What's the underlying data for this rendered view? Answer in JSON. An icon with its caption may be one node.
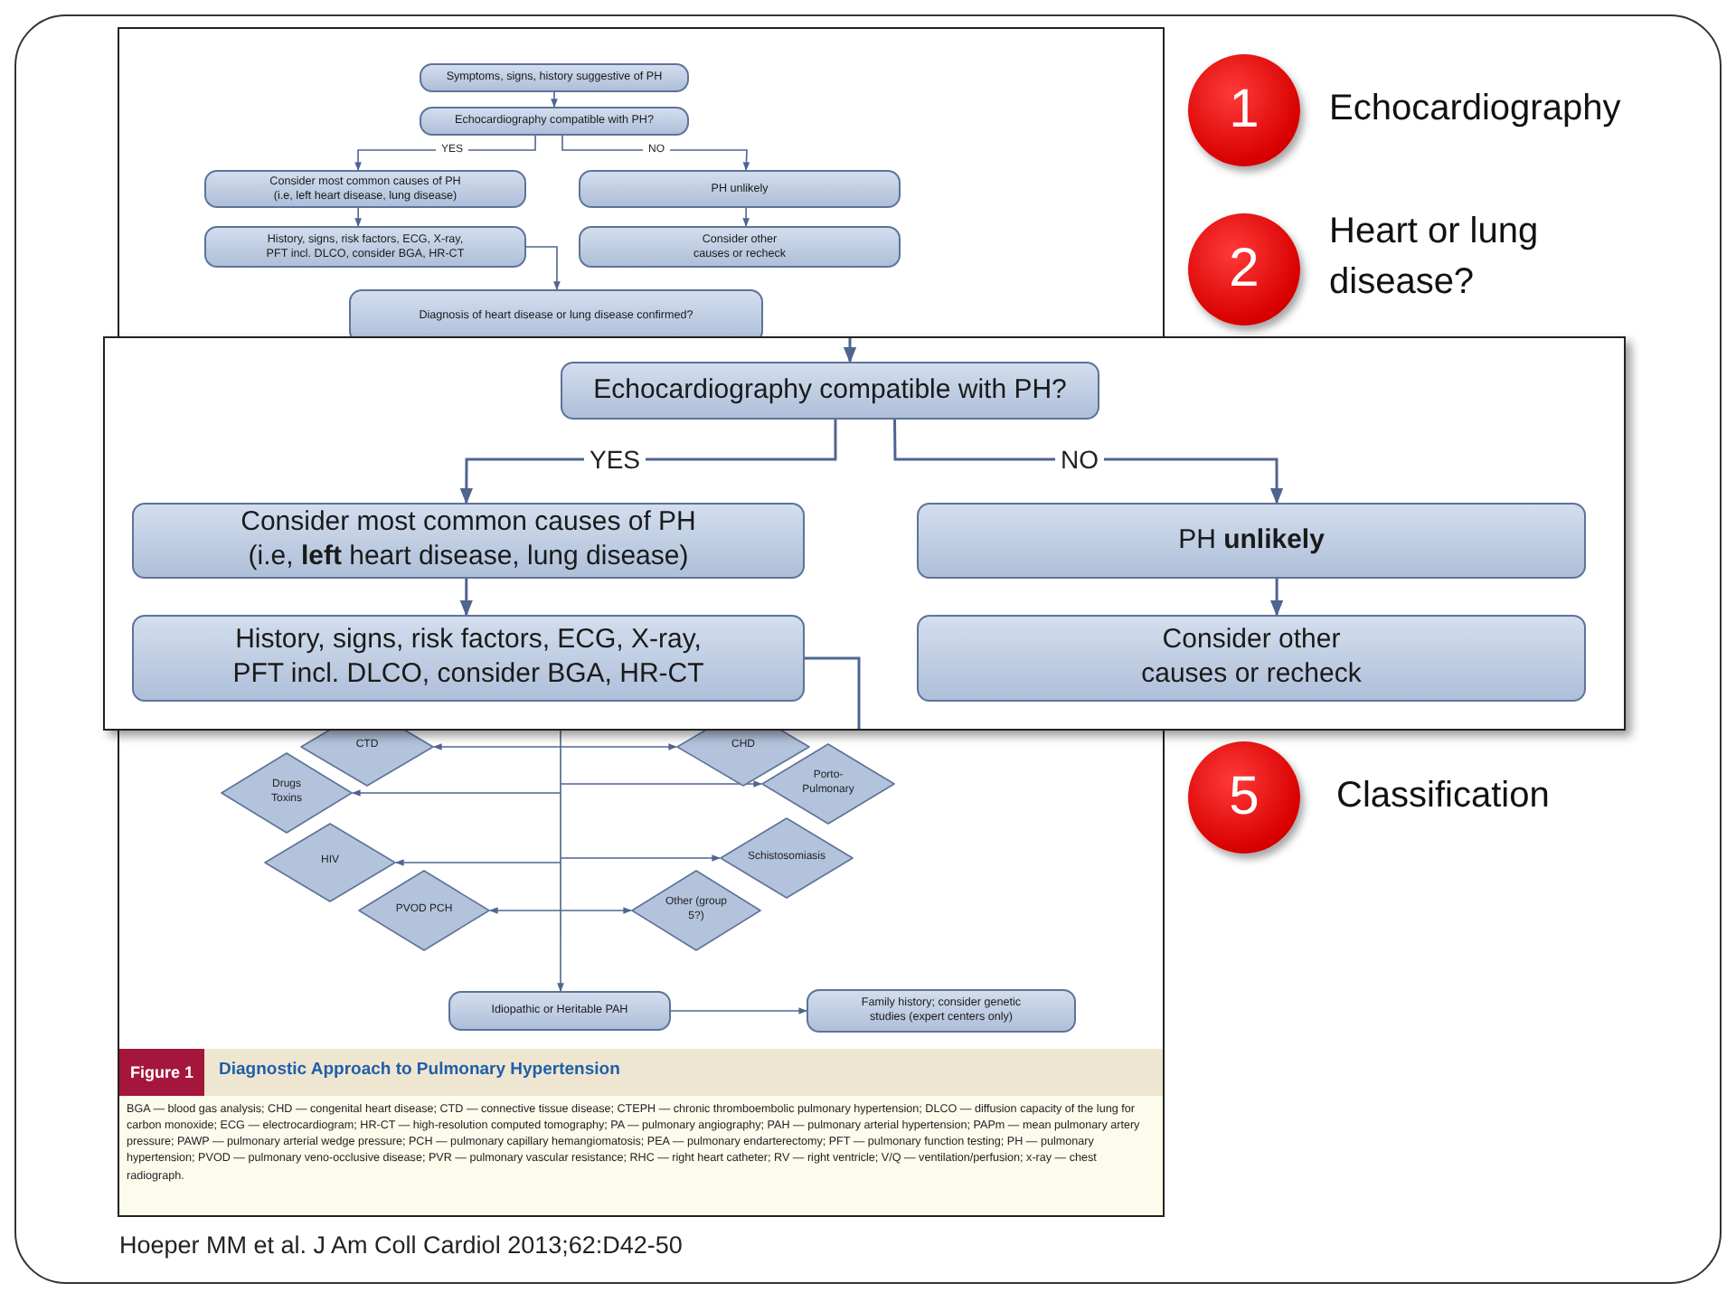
{
  "diagram": {
    "nodes": [
      {
        "text": [
          "Symptoms, signs, history suggestive of PH"
        ]
      },
      {
        "text": [
          "Echocardiography compatible with PH?"
        ]
      },
      {
        "text": [
          "Consider most common causes of PH (i.e, left heart disease, lung disease)"
        ]
      },
      {
        "text": [
          "PH unlikely"
        ]
      },
      {
        "text": [
          "History, signs, risk factors, ECG, X-ray, PFT incl. DLCO, consider BGA, HR-CT"
        ]
      },
      {
        "text": [
          "Consider other causes or recheck"
        ]
      },
      {
        "text": [
          "Diagnosis of heart disease or lung disease confirmed?"
        ]
      },
      {
        "text": [
          "CTD"
        ]
      },
      {
        "text": [
          "CHD"
        ]
      },
      {
        "text": [
          "Drugs Toxins"
        ]
      },
      {
        "text": [
          "Porto-Pulmonary"
        ]
      },
      {
        "text": [
          "HIV"
        ]
      },
      {
        "text": [
          "Schistosomiasis"
        ]
      },
      {
        "text": [
          "PVOD PCH"
        ]
      },
      {
        "text": [
          "Other (group 5?)"
        ]
      },
      {
        "text": [
          "Idiopathic or Heritable PAH"
        ]
      },
      {
        "text": [
          "Family history; consider genetic studies (expert centers only)"
        ]
      },
      {
        "text": [
          "Echocardiography compatible with PH?"
        ]
      },
      {
        "text": [
          "Consider most common causes of PH (i.e, **left** heart disease, lung disease)"
        ]
      },
      {
        "text": [
          "PH **unlikely**"
        ]
      },
      {
        "text": [
          "History, signs, risk factors, ECG, X-ray, PFT incl. DLCO, consider BGA, HR-CT"
        ]
      },
      {
        "text": [
          "Consider other causes or recheck"
        ]
      },
      {
        "text": [
          "1"
        ],
        "beside": [
          "Echocardiography"
        ]
      },
      {
        "text": [
          "2"
        ],
        "beside": [
          "Heart or lung disease?"
        ]
      },
      {
        "text": [
          "5"
        ],
        "beside": [
          "Classification"
        ]
      }
    ],
    "edges": [
      {
        "from": 0,
        "to": 1,
        "arrow": "to"
      },
      {
        "from": 1,
        "to": 2,
        "arrow": "to",
        "label": "YES"
      },
      {
        "from": 1,
        "to": 3,
        "arrow": "to",
        "label": "NO"
      },
      {
        "from": 2,
        "to": 4,
        "arrow": "to"
      },
      {
        "from": 3,
        "to": 5,
        "arrow": "to"
      },
      {
        "from": 4,
        "to": 6,
        "arrow": "to"
      },
      {
        "from": null,
        "to": 7,
        "arrow": "to"
      },
      {
        "from": null,
        "to": 8,
        "arrow": "to"
      },
      {
        "from": null,
        "to": 9,
        "arrow": "to"
      },
      {
        "from": null,
        "to": 10,
        "arrow": "to"
      },
      {
        "from": null,
        "to": 11,
        "arrow": "to"
      },
      {
        "from": null,
        "to": 12,
        "arrow": "to"
      },
      {
        "from": null,
        "to": 13,
        "arrow": "to"
      },
      {
        "from": null,
        "to": 14,
        "arrow": "to"
      },
      {
        "from": null,
        "to": 15,
        "arrow": "to"
      },
      {
        "from": 15,
        "to": 16,
        "arrow": "to"
      },
      {
        "from": null,
        "to": 17,
        "arrow": "to"
      },
      {
        "from": 17,
        "to": 18,
        "arrow": "to",
        "label": "YES"
      },
      {
        "from": 17,
        "to": 19,
        "arrow": "to",
        "label": "NO"
      },
      {
        "from": 18,
        "to": 20,
        "arrow": "to"
      },
      {
        "from": 19,
        "to": 21,
        "arrow": "to"
      },
      {
        "from": 20,
        "to": null,
        "arrow": "none"
      }
    ],
    "labels": [
      "Figure 1",
      "Diagnostic Approach to Pulmonary Hypertension",
      "BGA — blood gas analysis; CHD — congenital heart disease; CTD — connective tissue disease; CTEPH — chronic thromboembolic pulmonary hypertension; DLCO — diffusion capacity of the lung for carbon monoxide; ECG — electrocardiogram; HR-CT — high-resolution computed tomography; PA — pulmonary angiography; PAH — pulmonary arterial hypertension; PAPm — mean pulmonary artery pressure; PAWP — pulmonary arterial wedge pressure; PCH — pulmonary capillary hemangiomatosis; PEA — pulmonary endarterectomy; PFT — pulmonary function testing; PH — pulmonary hypertension; PVOD — pulmonary veno-occlusive disease; PVR — pulmonary vascular resistance; RHC — right heart catheter; RV — right ventricle; V/Q — ventilation/perfusion; x-ray — chest radiograph.",
      "Hoeper MM et al. J Am Coll Cardiol 2013;62:D42-50"
    ]
  }
}
